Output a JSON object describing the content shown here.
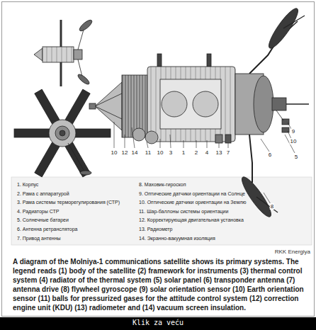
{
  "diagram": {
    "caption": "A diagram of the Molniya-1 communications satellite shows its primary systems. The legend reads (1) body of the satellite (2) framework for instruments (3) thermal control system (4) radiator of the thermal system (5) solar panel (6) transponder antenna (7) antenna drive (8) flywheel gyroscope (9) solar orientation sensor (10) Earth orientation sensor (11) balls for pressurized gases for the attitude control system (12) correction engine unit (KDU) (13) radiometer and (14) vacuum screen insulation.",
    "labels": [
      "10",
      "12",
      "14",
      "11",
      "10",
      "3",
      "1",
      "2",
      "4",
      "13",
      "7",
      "9",
      "10",
      "6",
      "5",
      "8",
      "1. Корпус",
      "2. Рама с аппаратурой",
      "3. Рама системы терморегулирования (СТР)",
      "4. Радиаторы СТР",
      "5. Солнечные батареи",
      "6. Антенна ретранслятора",
      "7. Привод антенны",
      "8. Маховик-гироскоп",
      "9. Оптические датчики ориентации на Солнце",
      "10. Оптические датчики ориентации на Землю",
      "11. Шар-баллоны системы ориентации",
      "12. Корректирующая двигательная установка",
      "13. Радиометр",
      "14. Экранно-вакуумная изоляция",
      "RKK Energiya",
      "Klik za veću"
    ]
  }
}
